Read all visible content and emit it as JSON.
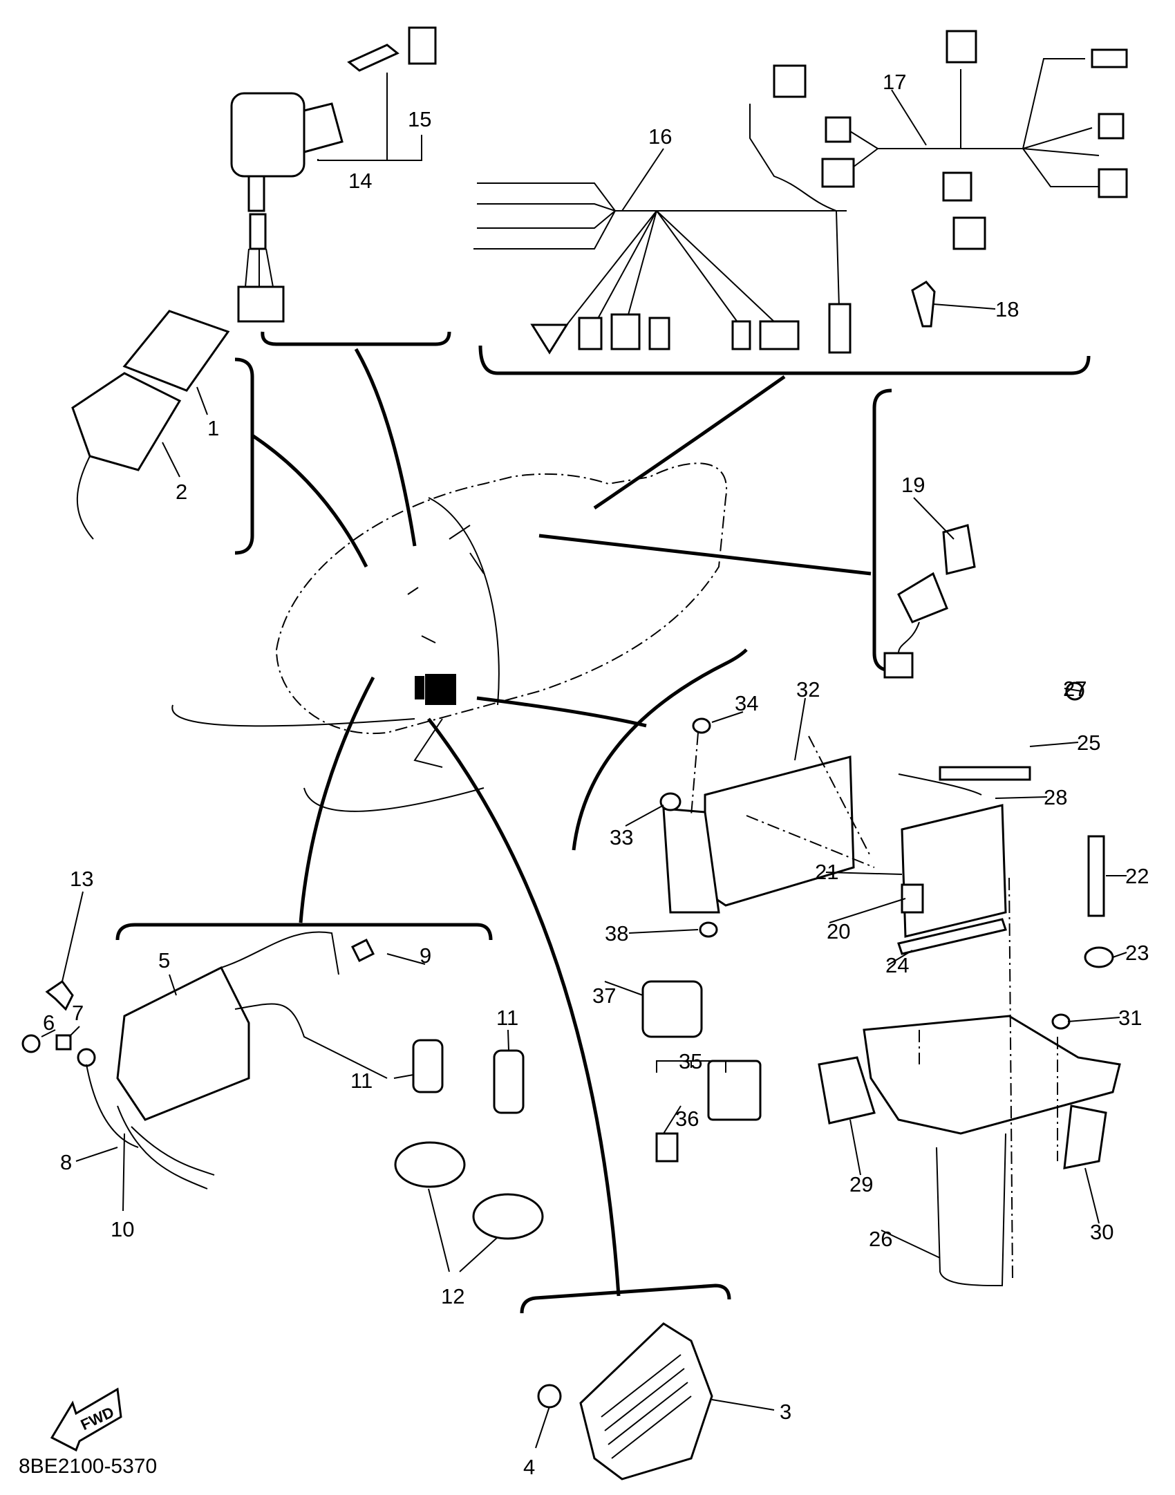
{
  "diagram_code": "8BE2100-5370",
  "fwd_arrow": {
    "text": "FWD",
    "icon": "forward-arrow-icon"
  },
  "callouts": {
    "p1": "1",
    "p2": "2",
    "p3": "3",
    "p4": "4",
    "p5": "5",
    "p6": "6",
    "p7": "7",
    "p8": "8",
    "p9": "9",
    "p10": "10",
    "p11a": "11",
    "p11b": "11",
    "p12": "12",
    "p13": "13",
    "p14": "14",
    "p15": "15",
    "p16": "16",
    "p17": "17",
    "p18": "18",
    "p19": "19",
    "p20": "20",
    "p21": "21",
    "p22": "22",
    "p23": "23",
    "p24": "24",
    "p25": "25",
    "p26": "26",
    "p27": "27",
    "p28": "28",
    "p29": "29",
    "p30": "30",
    "p31": "31",
    "p32": "32",
    "p33": "33",
    "p34": "34",
    "p35": "35",
    "p36": "36",
    "p37": "37",
    "p38": "38"
  }
}
